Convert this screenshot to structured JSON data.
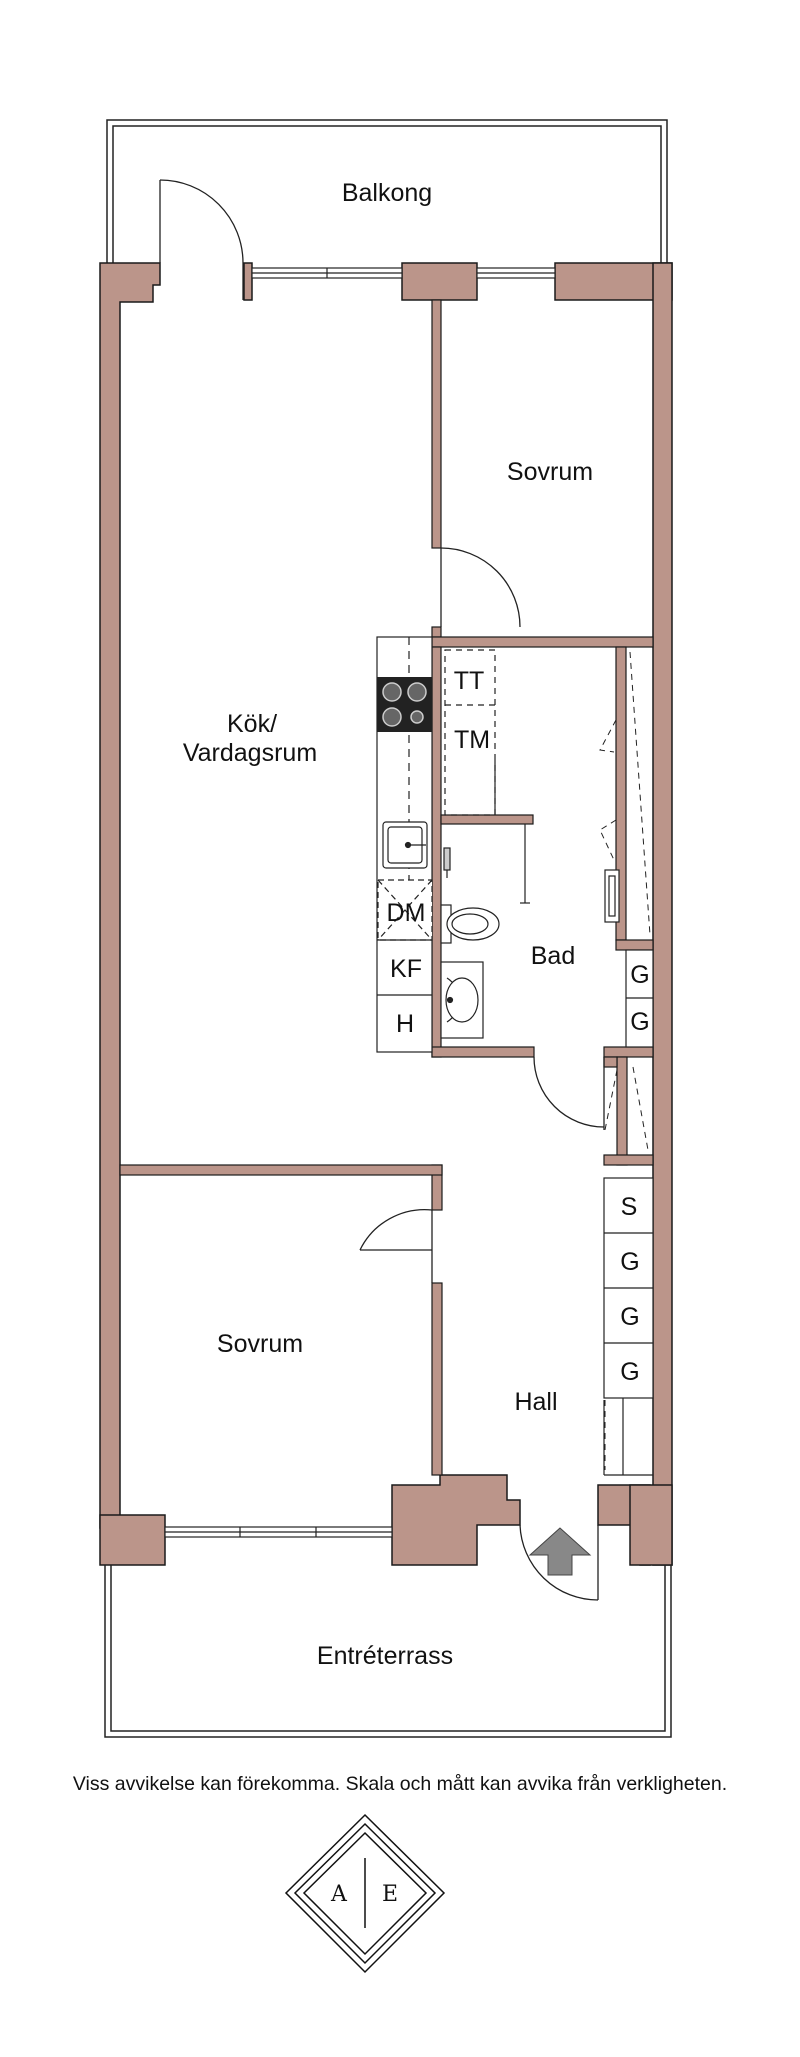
{
  "rooms": {
    "balkong": "Balkong",
    "sovrum_top": "Sovrum",
    "kok_line1": "Kök/",
    "kok_line2": "Vardagsrum",
    "bad": "Bad",
    "sovrum_bottom": "Sovrum",
    "hall": "Hall",
    "entreterrass": "Entréterrass"
  },
  "fixtures": {
    "tt": "TT",
    "tm": "TM",
    "dm": "DM",
    "kf": "KF",
    "h": "H",
    "g": "G",
    "s": "S"
  },
  "footer": {
    "disclaimer": "Viss avvikelse kan förekomma. Skala och mått kan avvika från verkligheten."
  },
  "logo": {
    "left_letter": "A",
    "right_letter": "E"
  },
  "colors": {
    "wall": "#bb958a",
    "outline": "#1a1a1a"
  }
}
